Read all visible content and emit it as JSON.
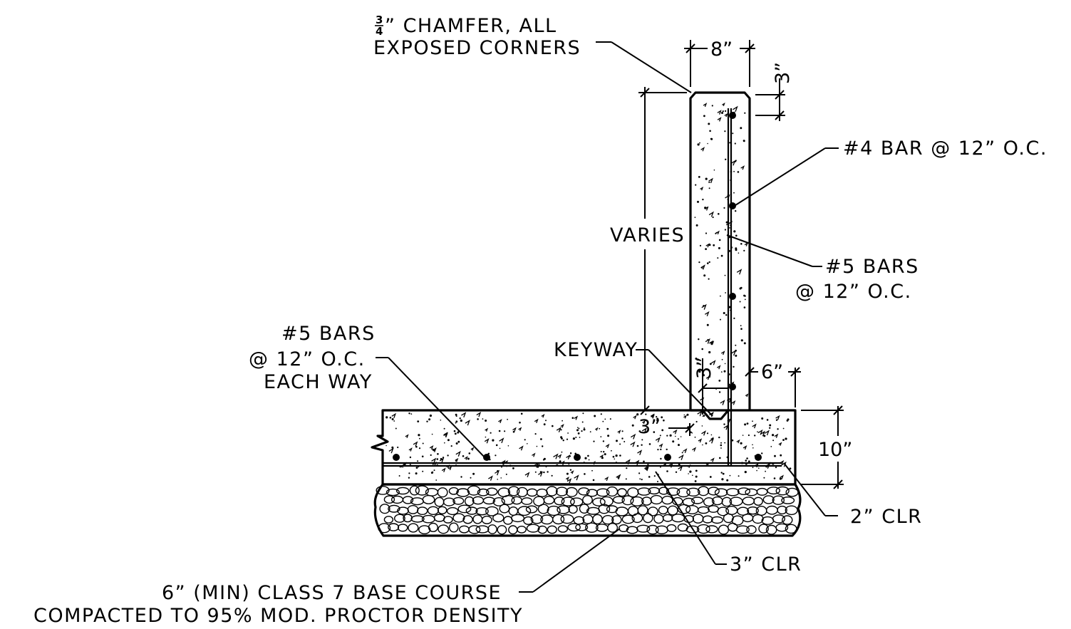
{
  "labels": {
    "chamfer_frac_num": "3",
    "chamfer_frac_den": "4",
    "chamfer_line1": "” CHAMFER, ALL",
    "chamfer_line2": "EXPOSED CORNERS",
    "dim_wall_width": "8”",
    "dim_top_clear": "3”",
    "bar4": "#4 BAR @ 12” O.C.",
    "bar5_wall_line1": "#5 BARS",
    "bar5_wall_line2": "@ 12” O.C.",
    "varies": "VARIES",
    "bar5_slab_line1": "#5 BARS",
    "bar5_slab_line2": "@ 12” O.C.",
    "bar5_slab_line3": "EACH WAY",
    "keyway": "KEYWAY",
    "dim_keyway_depth": "3”",
    "dim_keyway_width": "3”",
    "dim_wall_toe": "6”",
    "dim_slab_thickness": "10”",
    "clr_2": "2” CLR",
    "clr_3": "3” CLR",
    "base_line1": "6” (MIN) CLASS 7 BASE COURSE",
    "base_line2": "COMPACTED TO 95% MOD. PROCTOR DENSITY"
  },
  "colors": {
    "ink": "#000000",
    "background": "#ffffff"
  }
}
